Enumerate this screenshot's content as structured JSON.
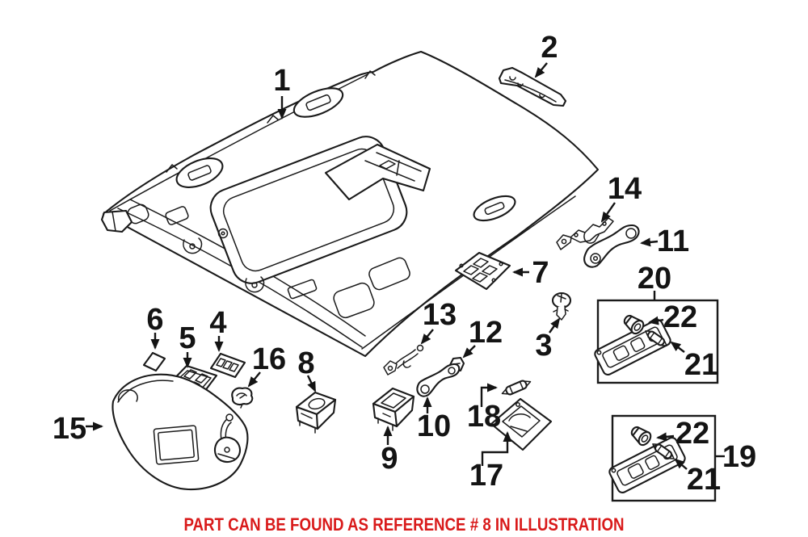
{
  "canvas": {
    "background": "#ffffff",
    "line_color": "#1a1a1a"
  },
  "callouts": {
    "c1": "1",
    "c2": "2",
    "c3": "3",
    "c4": "4",
    "c5": "5",
    "c6": "6",
    "c7": "7",
    "c8": "8",
    "c9": "9",
    "c10": "10",
    "c11": "11",
    "c12": "12",
    "c13": "13",
    "c14": "14",
    "c15": "15",
    "c16": "16",
    "c17": "17",
    "c18": "18",
    "c19": "19",
    "c20": "20",
    "c22_upper": "22",
    "c21_upper": "21",
    "c22_lower": "22",
    "c21_lower": "21"
  },
  "caption": {
    "text": "PART CAN BE FOUND AS REFERENCE # 8 IN ILLUSTRATION",
    "color": "#d91a1a"
  }
}
